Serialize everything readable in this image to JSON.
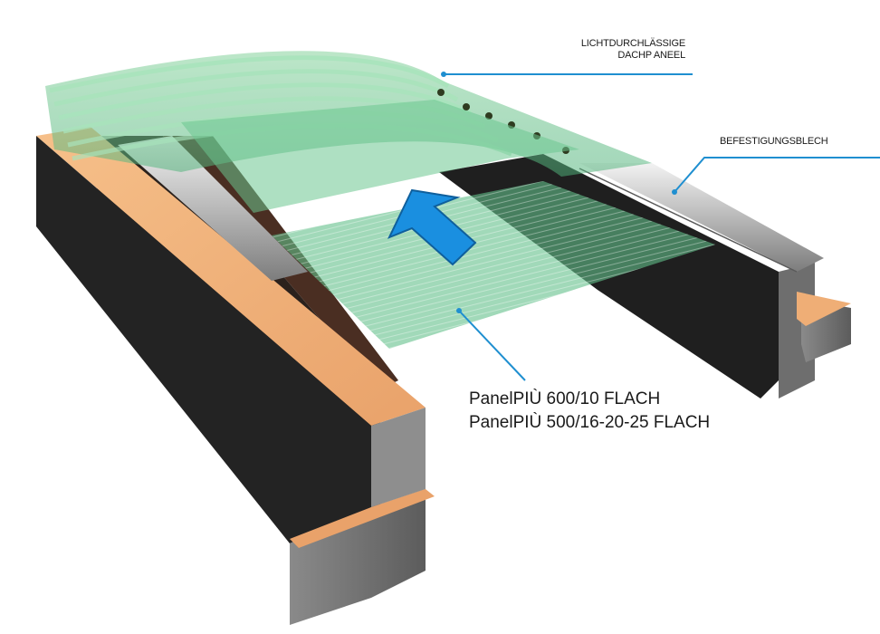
{
  "labels": {
    "roof_panel_line1": "LICHTDURCHLÄSSIGE",
    "roof_panel_line2": "DACHP ANEEL",
    "fixing_sheet": "BEFESTIGUNGSBLECH",
    "product_line1": "PanelPIÙ 600/10 FLACH",
    "product_line2": "PanelPIÙ 500/16-20-25 FLACH"
  },
  "colors": {
    "leader_line": "#1f8fd0",
    "arrow": "#1a8fe0",
    "panel_green": "#5fc08a",
    "wood": "#f0b37c",
    "concrete_side": "#6e6e6e",
    "dark_side": "#2a2a2a"
  }
}
